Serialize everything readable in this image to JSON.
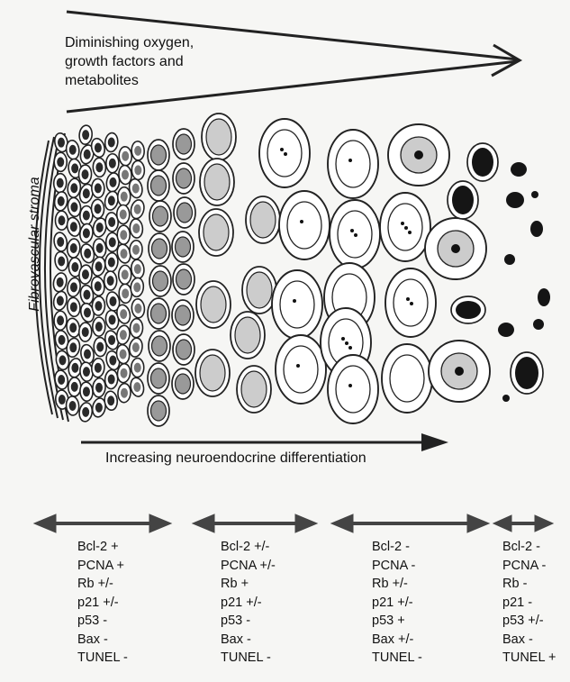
{
  "top_arrow_label": [
    "Diminishing oxygen,",
    "growth factors and",
    "metabolites"
  ],
  "stroma_label": "Fibrovascular stroma",
  "bottom_arrow_label": "Increasing neuroendocrine differentiation",
  "marker_groups": [
    {
      "markers": [
        "Bcl-2 +",
        "PCNA +",
        "Rb +/-",
        "p21 +/-",
        "p53 -",
        "Bax -",
        "TUNEL -"
      ]
    },
    {
      "markers": [
        "Bcl-2 +/-",
        "PCNA +/-",
        "Rb +",
        "p21 +/-",
        "p53 -",
        "Bax -",
        "TUNEL -"
      ]
    },
    {
      "markers": [
        "Bcl-2 -",
        "PCNA -",
        "Rb +/-",
        "p21 +/-",
        "p53 +",
        "Bax +/-",
        "TUNEL -"
      ]
    },
    {
      "markers": [
        "Bcl-2 -",
        "PCNA -",
        "Rb -",
        "p21 -",
        "p53 +/-",
        "Bax -",
        "TUNEL +"
      ]
    }
  ]
}
